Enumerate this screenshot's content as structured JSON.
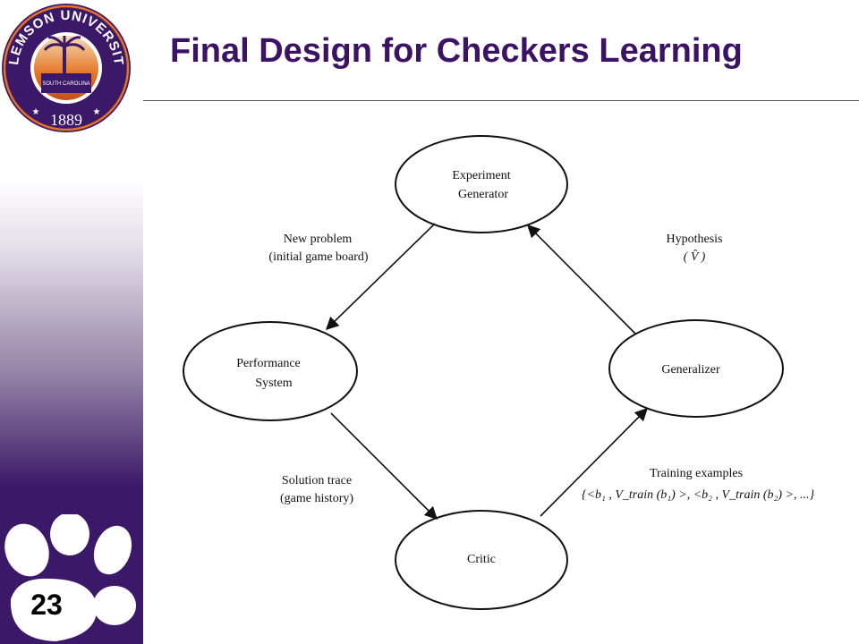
{
  "slide": {
    "title": "Final Design for Checkers Learning",
    "number": "23"
  },
  "logo": {
    "text_top": "CLEMSON UNIVERSITY",
    "text_state": "SOUTH CAROLINA",
    "year": "1889",
    "colors": {
      "purple": "#3c1868",
      "orange": "#e37222"
    }
  },
  "diagram": {
    "nodes": {
      "experiment_generator": {
        "line1": "Experiment",
        "line2": "Generator"
      },
      "performance_system": {
        "line1": "Performance",
        "line2": "System"
      },
      "generalizer": {
        "label": "Generalizer"
      },
      "critic": {
        "label": "Critic"
      }
    },
    "edges": {
      "new_problem": {
        "line1": "New problem",
        "line2": "(initial game board)"
      },
      "hypothesis": {
        "line1": "Hypothesis",
        "line2": "( V̂ )"
      },
      "solution_trace": {
        "line1": "Solution trace",
        "line2": "(game history)"
      },
      "training_examples": {
        "line1": "Training examples",
        "line2": "{<b₁ , V_train (b₁) >, <b₂ , V_train (b₂) >, ...}"
      }
    }
  }
}
